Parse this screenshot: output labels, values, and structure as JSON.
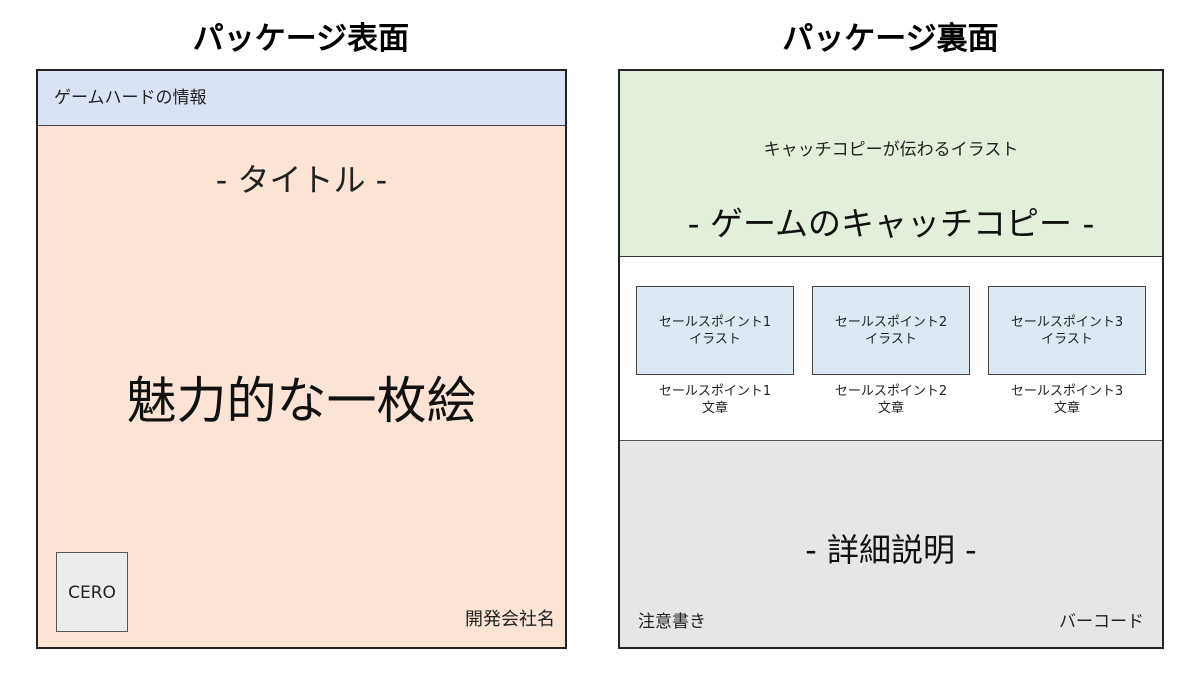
{
  "front": {
    "heading": "パッケージ表面",
    "hardware_info": "ゲームハードの情報",
    "title": "- タイトル -",
    "main_art": "魅力的な一枚絵",
    "cero": "CERO",
    "developer": "開発会社名",
    "colors": {
      "header_band": "#dae3f3",
      "body": "#fbe4d6",
      "cero_box": "#ececec"
    }
  },
  "back": {
    "heading": "パッケージ裏面",
    "catch_illustration": "キャッチコピーが伝わるイラスト",
    "catch_copy": "- ゲームのキャッチコピー -",
    "selling_points": [
      {
        "illust_line1": "セールスポイント1",
        "illust_line2": "イラスト",
        "text_line1": "セールスポイント1",
        "text_line2": "文章"
      },
      {
        "illust_line1": "セールスポイント2",
        "illust_line2": "イラスト",
        "text_line1": "セールスポイント2",
        "text_line2": "文章"
      },
      {
        "illust_line1": "セールスポイント3",
        "illust_line2": "イラスト",
        "text_line1": "セールスポイント3",
        "text_line2": "文章"
      }
    ],
    "detail_title": "- 詳細説明 -",
    "notice": "注意書き",
    "barcode": "バーコード",
    "colors": {
      "catch_area": "#e2efda",
      "point_illust": "#dde8f5",
      "detail_area": "#e6e6e6"
    }
  }
}
